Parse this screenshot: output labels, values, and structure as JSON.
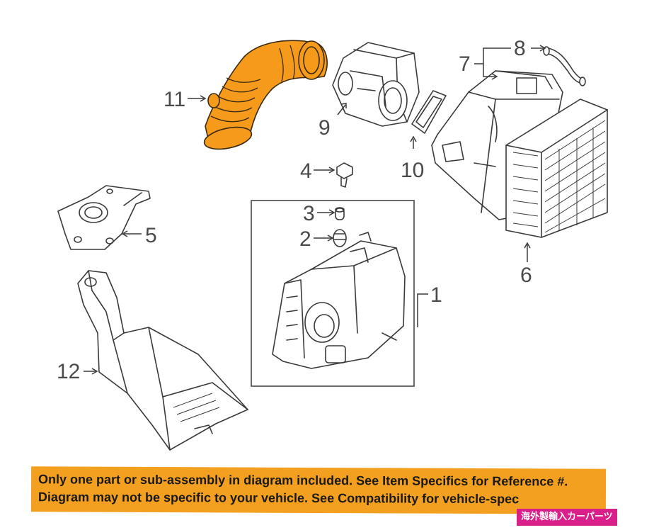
{
  "diagram": {
    "callouts": [
      "1",
      "2",
      "3",
      "4",
      "5",
      "6",
      "7",
      "8",
      "9",
      "10",
      "11",
      "12"
    ],
    "highlighted_part": "11",
    "highlight_color": "#f59a1b"
  },
  "disclaimer": {
    "line1": "Only one part or sub-assembly in diagram included. See Item Specifics for Reference #.",
    "line2": "Diagram may not be specific to your vehicle. See Compatibility for vehicle-spec",
    "background": "#f3a020"
  },
  "watermark": {
    "text": "海外製輸入カーパーツ",
    "background": "#d81f8a"
  }
}
